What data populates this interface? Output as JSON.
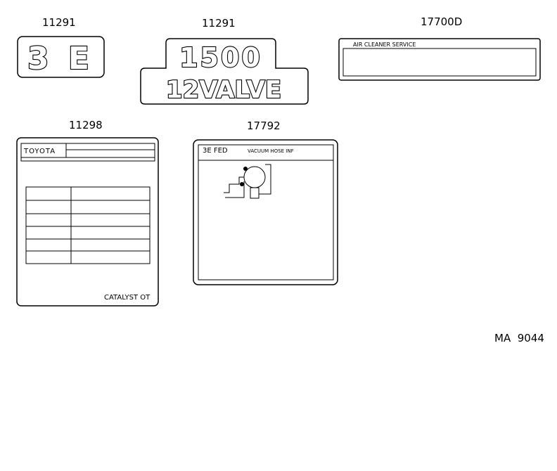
{
  "parts": {
    "emblem_3e": {
      "part_no": "11291",
      "text": "3 E"
    },
    "emblem_1500": {
      "part_no": "11291",
      "line1": "1500",
      "line2": "12VALVE"
    },
    "air_cleaner": {
      "part_no": "17700D",
      "text": "AIR CLEANER SERVICE"
    },
    "toyota_label": {
      "part_no": "11298",
      "brand": "TOYOTA",
      "footer": "CATALYST OT"
    },
    "vacuum_label": {
      "part_no": "17792",
      "code": "3E FED",
      "title": "VACUUM HOSE INF"
    }
  },
  "reference": "MA  9044"
}
